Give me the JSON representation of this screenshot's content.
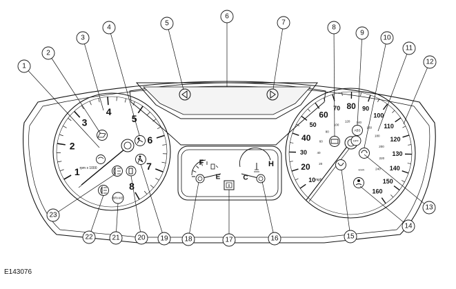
{
  "figure_id": "E143076",
  "tachometer": {
    "labels": [
      "1",
      "2",
      "3",
      "4",
      "5",
      "6",
      "7",
      "8"
    ],
    "unit_text": "rpm x 1000"
  },
  "speedometer": {
    "mph_labels": [
      "10",
      "20",
      "30",
      "40",
      "50",
      "60",
      "70",
      "80",
      "90",
      "100",
      "110",
      "120",
      "130",
      "140",
      "150",
      "160"
    ],
    "kmh_labels": [
      "20",
      "40",
      "60",
      "80",
      "100",
      "120",
      "140",
      "160",
      "180",
      "200",
      "220",
      "240"
    ],
    "unit_mph": "mph",
    "unit_kmh": "km/h"
  },
  "fuel_gauge": {
    "full_label": "F",
    "empty_label": "E"
  },
  "temp_gauge": {
    "hot_label": "H",
    "cold_label": "C"
  },
  "warning_lamps": {
    "brake_text": "BRAKE",
    "abs_text": "ABS",
    "dpf_text": "DPF"
  },
  "callouts": [
    "1",
    "2",
    "3",
    "4",
    "5",
    "6",
    "7",
    "8",
    "9",
    "10",
    "11",
    "12",
    "13",
    "14",
    "15",
    "16",
    "17",
    "18",
    "19",
    "20",
    "21",
    "22",
    "23"
  ],
  "colors": {
    "line": "#111111",
    "panel": "#ffffff",
    "display_fill": "#f4f4f4"
  }
}
